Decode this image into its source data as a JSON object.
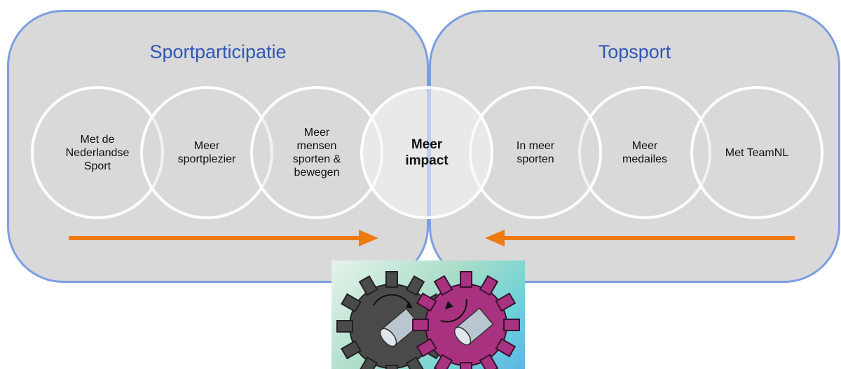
{
  "panels": {
    "left": {
      "title": "Sportparticipatie"
    },
    "right": {
      "title": "Topsport"
    }
  },
  "circles": [
    {
      "label": "Met de\nNederlandse\nSport"
    },
    {
      "label": "Meer\nsportplezier"
    },
    {
      "label": "Meer\nmensen\nsporten &\nbewegen"
    },
    {
      "label": "Meer\nimpact"
    },
    {
      "label": "In meer\nsporten"
    },
    {
      "label": "Meer\nmedailes"
    },
    {
      "label": "Met TeamNL"
    }
  ],
  "colors": {
    "panel_fill": "#d9d9d9",
    "panel_border": "#7c9ee0",
    "title_text": "#2f57b5",
    "arrow": "#f07a12",
    "gear_left": "#4a4a4a",
    "gear_right": "#a8327f"
  },
  "arrows": [
    {
      "direction": "right"
    },
    {
      "direction": "left"
    }
  ],
  "image": {
    "icon": "interlocking-gears-icon"
  }
}
